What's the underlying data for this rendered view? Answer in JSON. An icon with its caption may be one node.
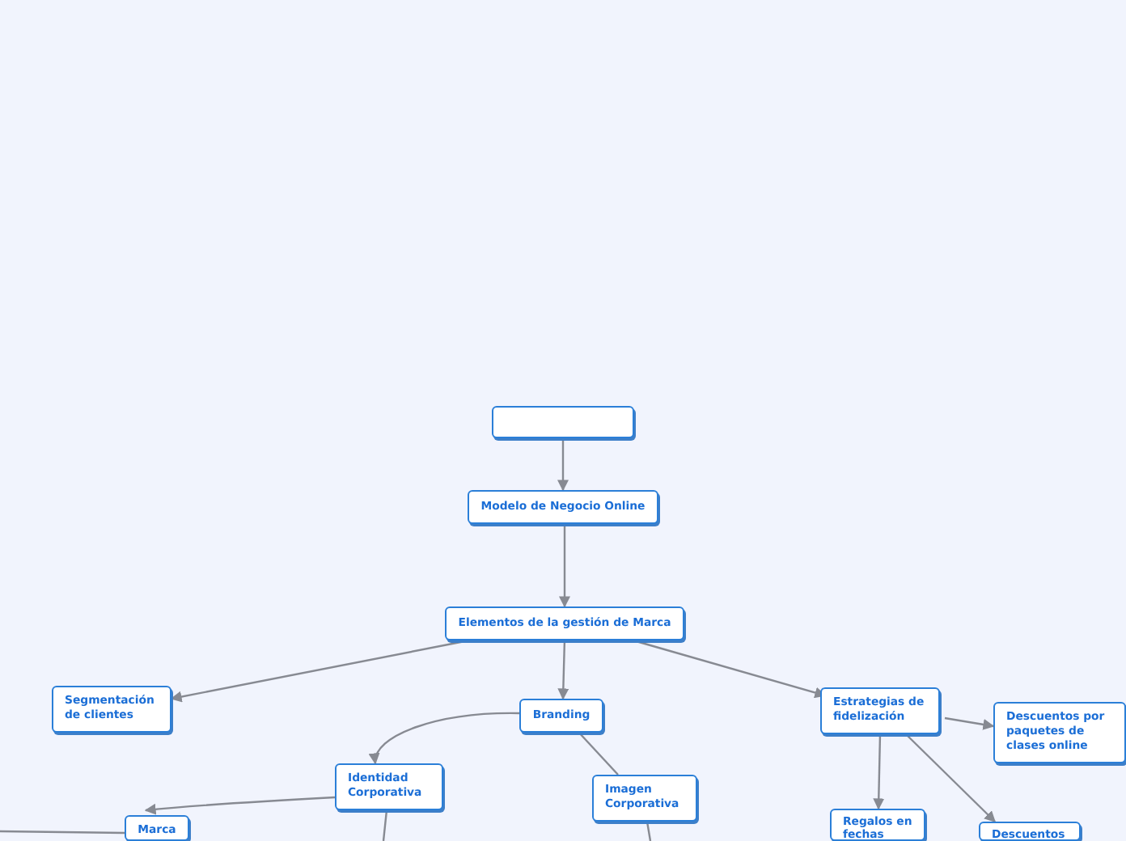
{
  "diagram": {
    "nodes": [
      {
        "text": [],
        "shape": "box"
      },
      {
        "text": [
          "Modelo de Negocio Online"
        ]
      },
      {
        "text": [
          "Elementos de la gestión de Marca"
        ]
      },
      {
        "text": [
          "Segmentación de clientes"
        ]
      },
      {
        "text": [
          "Branding"
        ]
      },
      {
        "text": [
          "Estrategias de fidelización"
        ]
      },
      {
        "text": [
          "Descuentos por paquetes de clases online"
        ]
      },
      {
        "text": [
          "Identidad Corporativa"
        ]
      },
      {
        "text": [
          "Imagen Corporativa"
        ]
      },
      {
        "text": [
          "Regalos en fechas"
        ]
      },
      {
        "text": [
          "Marca"
        ]
      },
      {
        "text": [
          "Descuentos"
        ]
      }
    ],
    "edges": [
      {
        "from": 0,
        "to": 1,
        "arrow": "to"
      },
      {
        "from": 1,
        "to": 2,
        "arrow": "to"
      },
      {
        "from": 2,
        "to": 3,
        "arrow": "to"
      },
      {
        "from": 2,
        "to": 4,
        "arrow": "to"
      },
      {
        "from": 2,
        "to": 5,
        "arrow": "to"
      },
      {
        "from": 4,
        "to": 7,
        "arrow": "to"
      },
      {
        "from": 4,
        "to": 8,
        "arrow": "none"
      },
      {
        "from": 5,
        "to": 6,
        "arrow": "to"
      },
      {
        "from": 5,
        "to": 9,
        "arrow": "to"
      },
      {
        "from": 5,
        "to": 11,
        "arrow": "to"
      },
      {
        "from": 7,
        "to": 10,
        "arrow": "to"
      },
      {
        "from": 10,
        "to": null,
        "arrow": "none"
      },
      {
        "from": 7,
        "to": null,
        "arrow": "none"
      },
      {
        "from": 8,
        "to": null,
        "arrow": "none"
      }
    ]
  }
}
